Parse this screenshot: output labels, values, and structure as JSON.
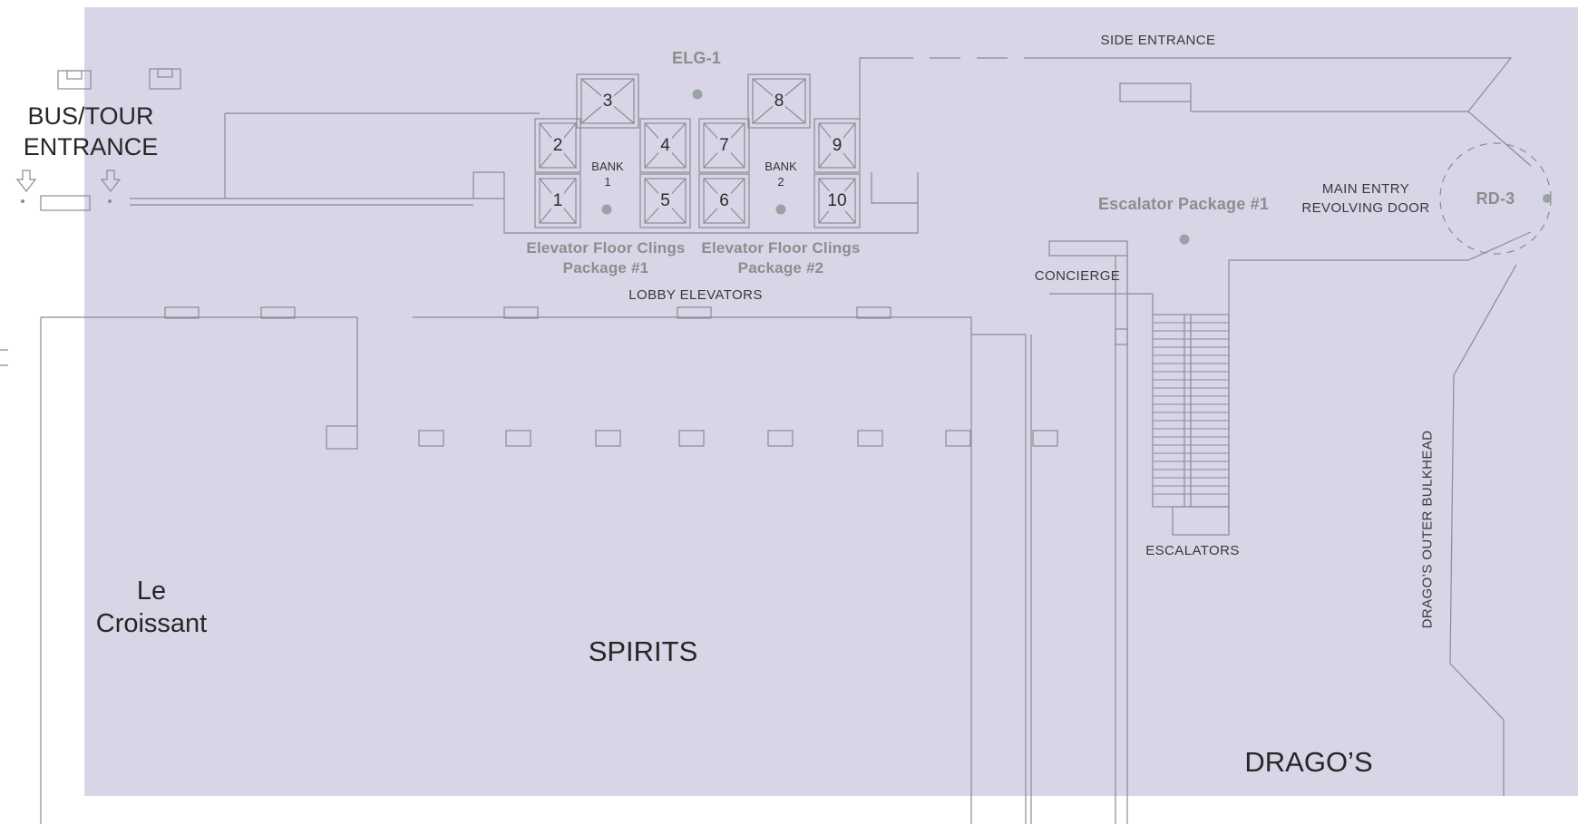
{
  "colors": {
    "floor": "#d8d5e7",
    "wall": "#8b8b94",
    "text_dark": "#2e2e2e",
    "text_gray": "#8d8d8d",
    "marker_dot": "#9aa3a3"
  },
  "entrances": {
    "bus_tour": "BUS/TOUR\nENTRANCE",
    "side": "SIDE ENTRANCE",
    "main_entry": "MAIN ENTRY\nREVOLVING DOOR",
    "revolving_door_id": "RD-3"
  },
  "media_packages": {
    "elg1": "ELG-1",
    "escalator_package": "Escalator Package #1",
    "elevator_clings_1": "Elevator Floor Clings\nPackage #1",
    "elevator_clings_2": "Elevator Floor Clings\nPackage #2"
  },
  "elevators": {
    "area_label": "LOBBY ELEVATORS",
    "bank_1": "BANK\n1",
    "bank_2": "BANK\n2",
    "numbers": [
      "1",
      "2",
      "3",
      "4",
      "5",
      "6",
      "7",
      "8",
      "9",
      "10"
    ]
  },
  "facilities": {
    "concierge": "CONCIERGE",
    "escalators": "ESCALATORS",
    "dragos_outer_bulkhead": "DRAGO’S OUTER BULKHEAD"
  },
  "venues": {
    "le_croissant": "Le\nCroissant",
    "spirits": "SPIRITS",
    "dragos": "DRAGO’S"
  }
}
